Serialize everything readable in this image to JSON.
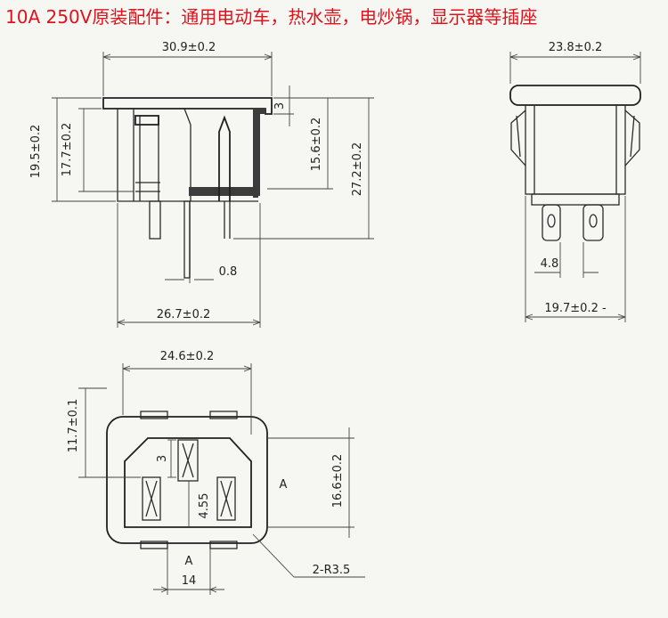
{
  "headline": "10A 250V原装配件：通用电动车，热水壶，电炒锅，显示器等插座",
  "side_view": {
    "width_top": "30.9±0.2",
    "height_outer": "19.5±0.2",
    "height_inner": "17.7±0.2",
    "flange_thickness": "3",
    "pin_height": "15.6±0.2",
    "total_height": "27.2±0.2",
    "pin_thickness": "0.8",
    "width_bottom": "26.7±0.2"
  },
  "end_view": {
    "width_top": "23.8±0.2",
    "terminal_pitch": "4.8",
    "width_bottom": "19.7±0.2 -"
  },
  "front_view": {
    "width": "24.6±0.2",
    "flange_height": "11.7±0.1",
    "height": "16.6±0.2",
    "pin_gap_top": "3",
    "pin_offset": "4.55",
    "section_mark_right": "A",
    "section_mark_bottom": "A",
    "corner_radius_note": "2-R3.5",
    "bottom_width": "14"
  }
}
